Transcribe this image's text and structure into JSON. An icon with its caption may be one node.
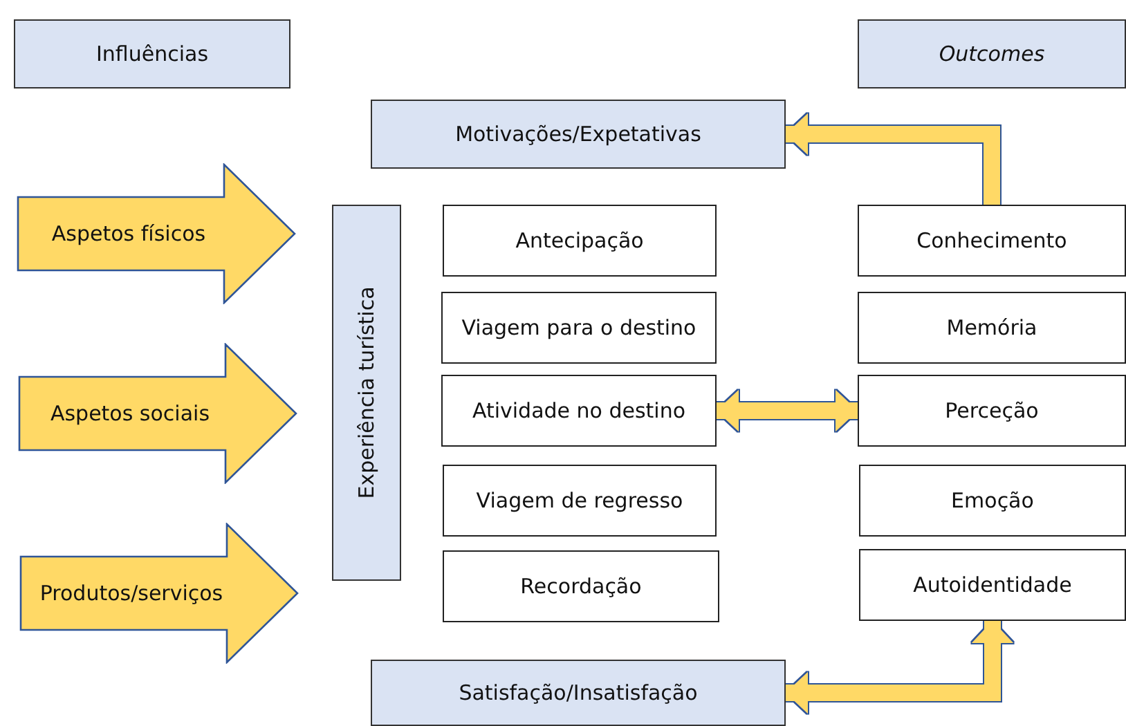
{
  "diagram": {
    "nodes": [
      {
        "text": [
          "Influências"
        ]
      },
      {
        "text": [
          "Outcomes"
        ]
      },
      {
        "text": [
          "Motivações/Expetativas"
        ]
      },
      {
        "text": [
          "Aspetos físicos"
        ]
      },
      {
        "text": [
          "Experiência turística"
        ]
      },
      {
        "text": [
          "Antecipação"
        ]
      },
      {
        "text": [
          "Conhecimento"
        ]
      },
      {
        "text": [
          "Viagem para o destino"
        ]
      },
      {
        "text": [
          "Memória"
        ]
      },
      {
        "text": [
          "Aspetos sociais"
        ]
      },
      {
        "text": [
          "Atividade no destino"
        ]
      },
      {
        "text": [
          "Perceção"
        ]
      },
      {
        "text": [
          "Viagem de regresso"
        ]
      },
      {
        "text": [
          "Emoção"
        ]
      },
      {
        "text": [
          "Produtos/serviços"
        ]
      },
      {
        "text": [
          "Recordação"
        ]
      },
      {
        "text": [
          "Autoidentidade"
        ]
      },
      {
        "text": [
          "Satisfação/Insatisfação"
        ]
      }
    ],
    "edges": [
      {
        "from": 6,
        "to": 2,
        "arrow": "to"
      },
      {
        "from": 10,
        "to": 11,
        "arrow": "both"
      },
      {
        "from": 16,
        "to": 17,
        "arrow": "both"
      }
    ]
  }
}
